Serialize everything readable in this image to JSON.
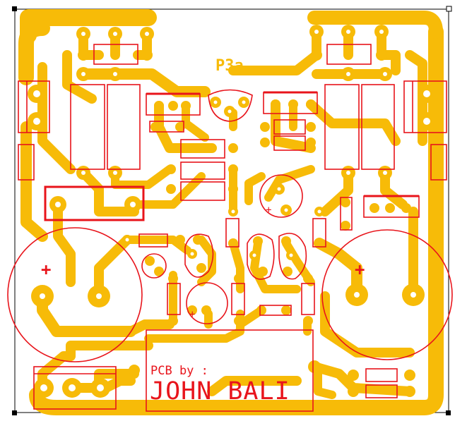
{
  "board": {
    "label": "P3a",
    "credit_line1": "PCB by :",
    "credit_line2": "JOHN BALI",
    "polarity_symbol": "+"
  },
  "colors": {
    "copper": "#f7bb08",
    "silkscreen": "#e8141b",
    "background": "#ffffff",
    "corner_marks": "#000000"
  }
}
